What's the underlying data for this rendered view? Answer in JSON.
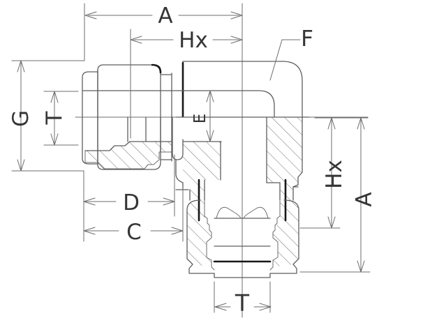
{
  "drawing": {
    "title": "union elbow tube fitting half-section drawing",
    "part_labels": {
      "body_leader": "F"
    },
    "dimension_labels": {
      "a_top": "A",
      "hx_top": "Hx",
      "g_left": "G",
      "t_left": "T",
      "e_bore": "E",
      "d_lower": "D",
      "c_lower": "C",
      "hx_right": "Hx",
      "a_right": "A",
      "t_bottom": "T"
    },
    "colors": {
      "line-color": "#5e5e5e",
      "bold-color": "#171717",
      "dim-color": "#6d6d6d",
      "text-color": "#353535",
      "hatch-color": "#707070",
      "bg-color": "#ffffff"
    }
  }
}
